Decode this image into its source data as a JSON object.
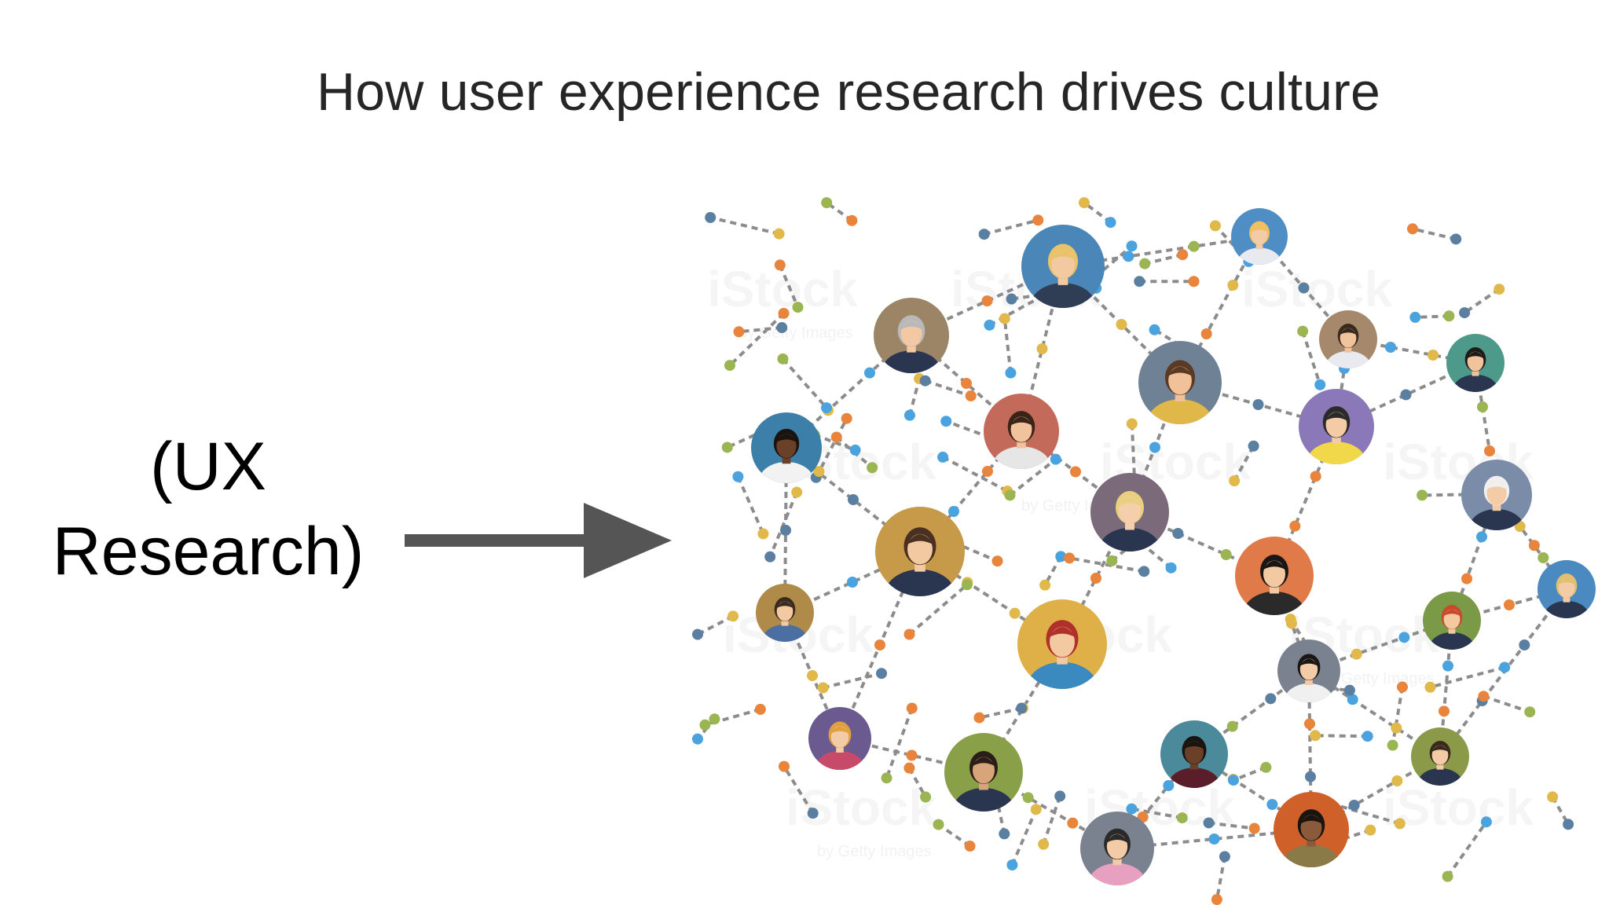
{
  "slide": {
    "title": "How user experience research drives culture",
    "label_line1": "(UX",
    "label_line2": "Research)"
  },
  "network_image": {
    "watermark": "iStock",
    "watermark_sub": "by Getty Images",
    "colors": {
      "arrow": "#555555",
      "edge": "#8c8c8c",
      "dot_blue": "#4aa3df",
      "dot_orange": "#e8843c",
      "dot_yellow": "#e0b94a",
      "dot_green": "#9bb552",
      "dot_slate": "#5a7fa0"
    }
  }
}
